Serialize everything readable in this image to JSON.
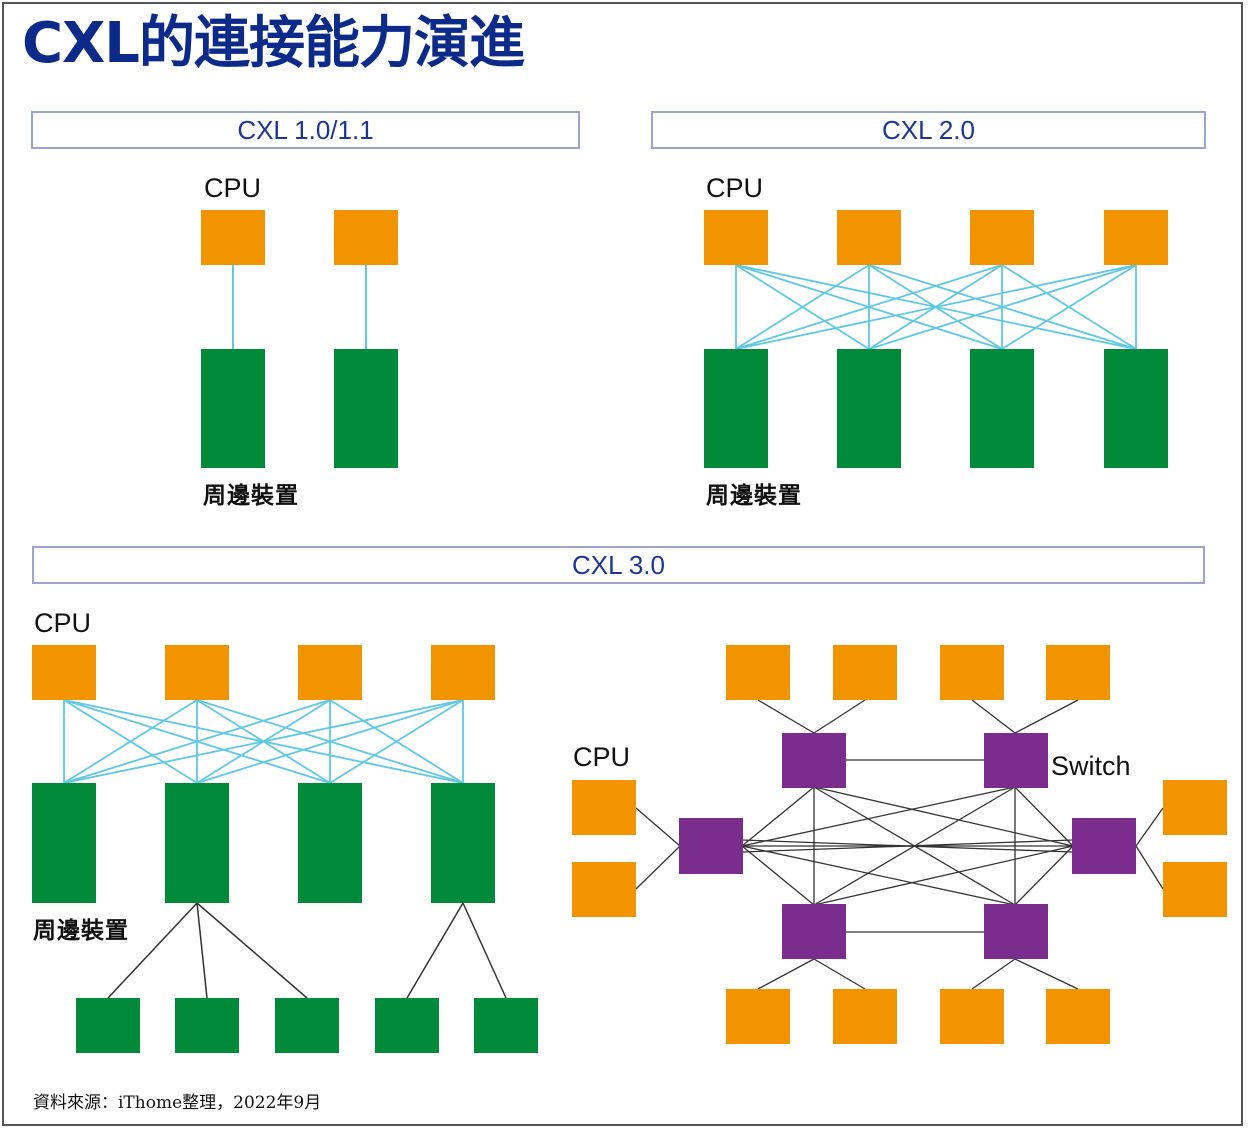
{
  "title": "CXL的連接能力演進",
  "panels": {
    "cxl11": {
      "header": "CXL 1.0/1.1",
      "cpu_label": "CPU",
      "device_label": "周邊裝置"
    },
    "cxl20": {
      "header": "CXL 2.0",
      "cpu_label": "CPU",
      "device_label": "周邊裝置"
    },
    "cxl30": {
      "header": "CXL 3.0",
      "cpu_label": "CPU",
      "device_label": "周邊裝置",
      "fabric_cpu_label": "CPU",
      "switch_label": "Switch"
    }
  },
  "source": "資料來源：iThome整理，2022年9月",
  "colors": {
    "title": "#0b2a8a",
    "header_text": "#1c3694",
    "header_border": "#9aa6cf",
    "cpu": "#f29400",
    "device": "#008a3a",
    "switch": "#7b2d8e",
    "cxl_link": "#5ec8e5",
    "fabric_link": "#333333"
  }
}
